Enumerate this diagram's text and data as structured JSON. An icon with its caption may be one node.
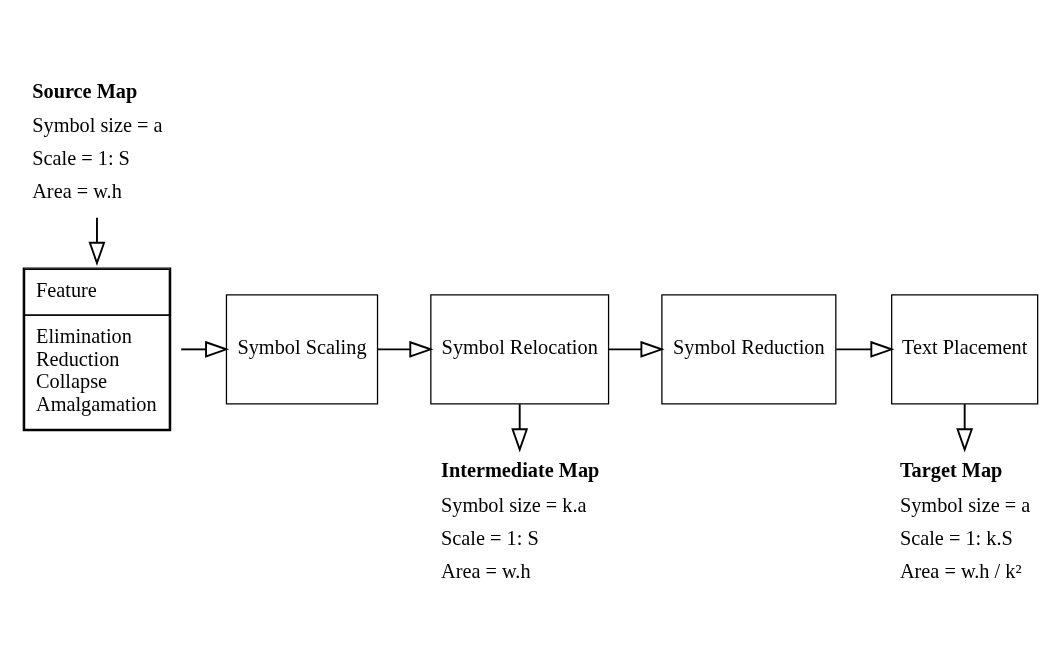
{
  "diagram": {
    "nodes": [
      {
        "text": [
          "Source Map",
          "Symbol size = a",
          "Scale = 1: S",
          "Area = w.h"
        ]
      },
      {
        "text": [
          "Feature",
          "Elimination",
          "Reduction",
          "Collapse",
          "Amalgamation"
        ]
      },
      {
        "text": [
          "Symbol Scaling"
        ]
      },
      {
        "text": [
          "Symbol Relocation"
        ]
      },
      {
        "text": [
          "Symbol Reduction"
        ]
      },
      {
        "text": [
          "Text Placement"
        ]
      },
      {
        "text": [
          "Intermediate Map",
          "Symbol size = k.a",
          "Scale = 1: S",
          "Area = w.h"
        ]
      },
      {
        "text": [
          "Target Map",
          "Symbol size = a",
          "Scale = 1: k.S",
          "Area = w.h / k²"
        ]
      }
    ],
    "edges": [
      {
        "from": 0,
        "to": 1,
        "arrow": "to"
      },
      {
        "from": 1,
        "to": 2,
        "arrow": "to"
      },
      {
        "from": 2,
        "to": 3,
        "arrow": "to"
      },
      {
        "from": 3,
        "to": 4,
        "arrow": "to"
      },
      {
        "from": 3,
        "to": 6,
        "arrow": "to"
      },
      {
        "from": 4,
        "to": 5,
        "arrow": "to"
      },
      {
        "from": 5,
        "to": 7,
        "arrow": "to"
      }
    ]
  }
}
